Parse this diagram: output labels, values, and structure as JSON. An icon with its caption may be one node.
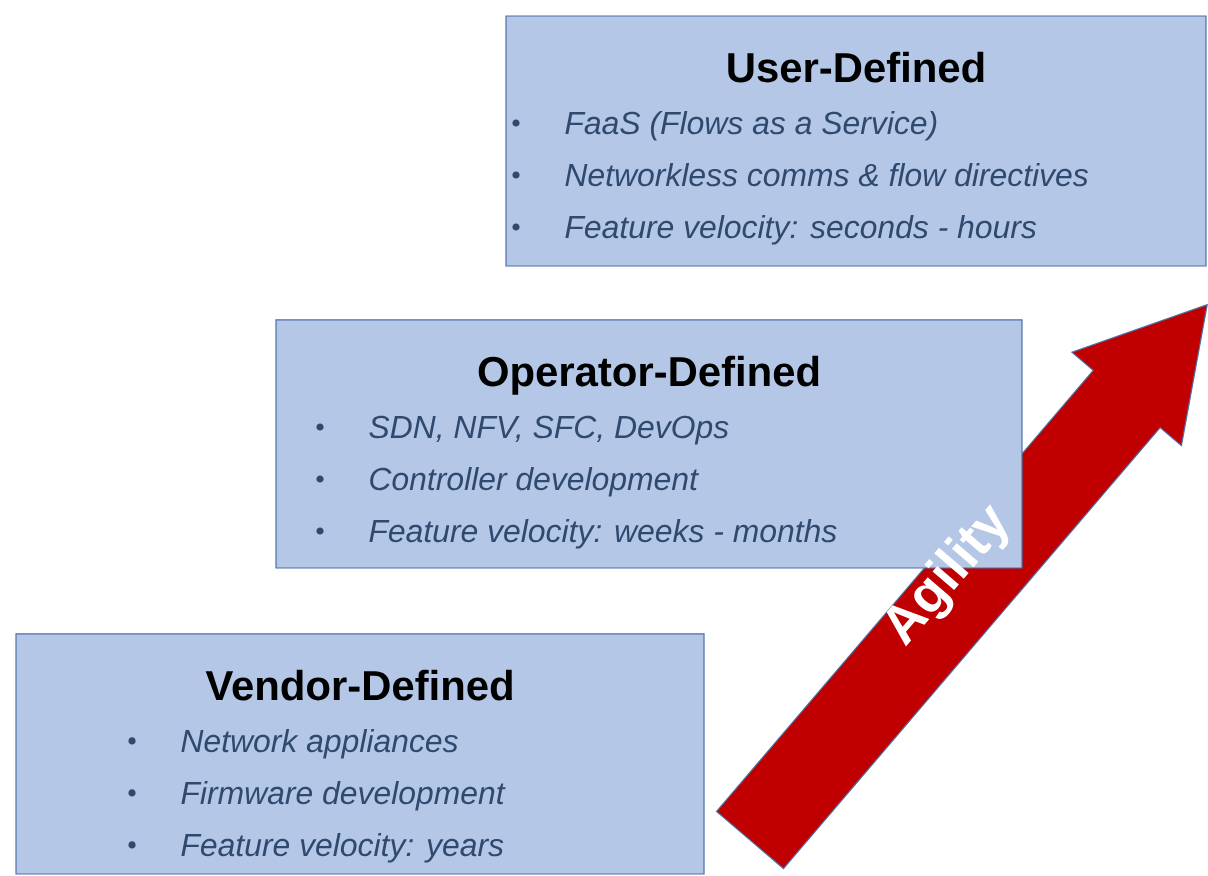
{
  "diagram": {
    "nodes": [
      {
        "text": [
          "User-Defined",
          "FaaS (Flows as a Service)",
          "Networkless comms & flow directives",
          "Feature velocity: seconds - hours"
        ]
      },
      {
        "text": [
          "Operator-Defined",
          "SDN, NFV, SFC, DevOps",
          "Controller development",
          "Feature velocity: weeks - months"
        ]
      },
      {
        "text": [
          "Vendor-Defined",
          "Network appliances",
          "Firmware development",
          "Feature velocity: years"
        ]
      }
    ],
    "labels": [
      "Agility"
    ]
  }
}
